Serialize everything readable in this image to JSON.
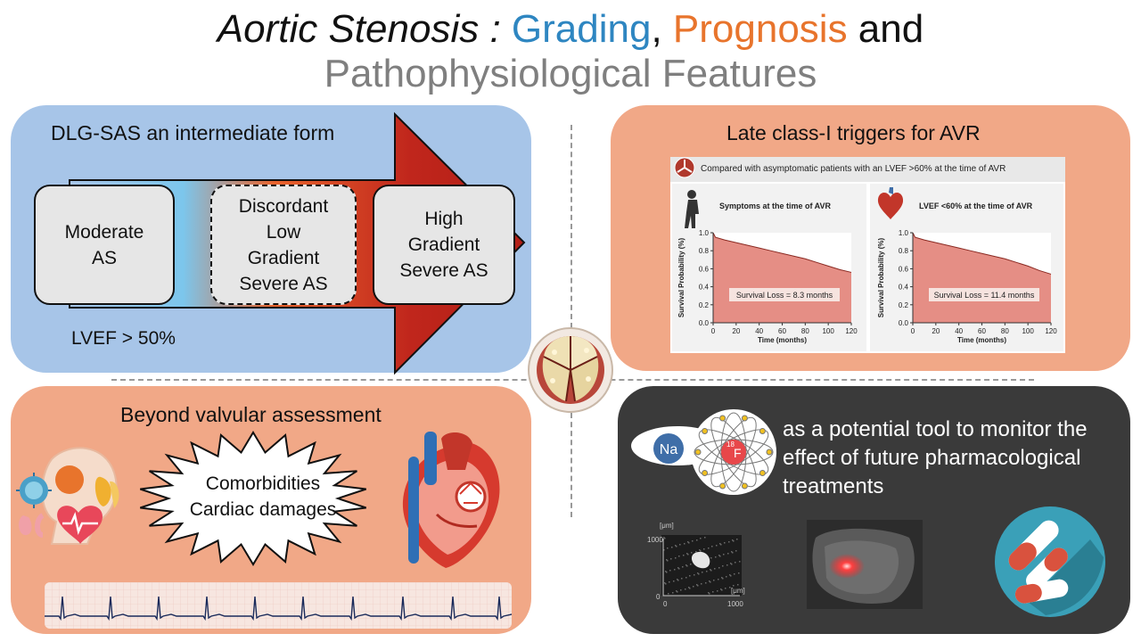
{
  "title": {
    "part1": "Aortic Stenosis : ",
    "part2": "Grading",
    "part3": ", ",
    "part4": "Prognosis",
    "part5": " and",
    "line2": "Pathophysiological Features"
  },
  "panel_grading": {
    "title": "DLG-SAS an intermediate form",
    "box1": [
      "Moderate",
      "AS"
    ],
    "box2": [
      "Discordant",
      "Low",
      "Gradient",
      "Severe AS"
    ],
    "box3": [
      "High",
      "Gradient",
      "Severe AS"
    ],
    "lvef": "LVEF > 50%"
  },
  "panel_prognosis": {
    "title": "Late class-I triggers for AVR",
    "header": "Compared with asymptomatic patients with an LVEF >60% at the time of AVR",
    "chart_left": {
      "title": "Symptoms at the time of AVR",
      "annotation": "Survival Loss = 8.3 months",
      "ylabel": "Survival Probability (%)",
      "xlabel": "Time (months)"
    },
    "chart_right": {
      "title": "LVEF <60% at the time of AVR",
      "annotation": "Survival Loss = 11.4 months",
      "ylabel": "Survival Probability (%)",
      "xlabel": "Time (months)"
    },
    "yticks": [
      "1.0",
      "0.8",
      "0.6",
      "0.4",
      "0.2",
      "0.0"
    ],
    "xticks": [
      "0",
      "20",
      "40",
      "60",
      "80",
      "100",
      "120"
    ]
  },
  "panel_beyond": {
    "title": "Beyond valvular assessment",
    "star_lines": [
      "Comorbidities",
      "Cardiac damages"
    ]
  },
  "panel_pet": {
    "na": "Na",
    "f_sup": "18",
    "f": "F",
    "text": "as a potential tool to monitor the effect of future pharmacological treatments",
    "img_axis_unit_top": "[μm]",
    "img_axis_unit_right": "[μm]",
    "img_tick_top": "1000",
    "img_tick_origin": "0",
    "img_tick_zero": "0",
    "img_tick_right": "1000"
  },
  "colors": {
    "blue_panel": "#a7c5e8",
    "orange_panel": "#f1a887",
    "dark_panel": "#3a3a3a",
    "arrow_red": "#c0261c",
    "title_blue": "#2e86c1",
    "title_orange": "#e8742c",
    "title_gray": "#7f7f7f",
    "curve_fill": "#e07a70"
  },
  "icons": [
    "patient-silhouette-icon",
    "heart-icon",
    "aortic-valve-icon",
    "comorbidity-organs-icon",
    "heart-anatomy-icon",
    "sodium-fluoride-molecule-icon",
    "pills-icon"
  ],
  "chart_data": [
    {
      "type": "area",
      "title": "Symptoms at the time of AVR",
      "xlabel": "Time (months)",
      "ylabel": "Survival Probability (%)",
      "xlim": [
        0,
        120
      ],
      "ylim": [
        0.0,
        1.0
      ],
      "x": [
        0,
        2,
        10,
        20,
        30,
        40,
        50,
        60,
        70,
        80,
        90,
        100,
        110,
        120
      ],
      "y": [
        1.0,
        0.95,
        0.92,
        0.89,
        0.86,
        0.83,
        0.8,
        0.77,
        0.74,
        0.71,
        0.67,
        0.63,
        0.59,
        0.56
      ],
      "annotation": "Survival Loss = 8.3 months"
    },
    {
      "type": "area",
      "title": "LVEF <60% at the time of AVR",
      "xlabel": "Time (months)",
      "ylabel": "Survival Probability (%)",
      "xlim": [
        0,
        120
      ],
      "ylim": [
        0.0,
        1.0
      ],
      "x": [
        0,
        2,
        10,
        20,
        30,
        40,
        50,
        60,
        70,
        80,
        90,
        100,
        110,
        120
      ],
      "y": [
        1.0,
        0.95,
        0.92,
        0.89,
        0.86,
        0.83,
        0.8,
        0.77,
        0.74,
        0.71,
        0.67,
        0.63,
        0.58,
        0.54
      ],
      "annotation": "Survival Loss = 11.4 months"
    }
  ]
}
